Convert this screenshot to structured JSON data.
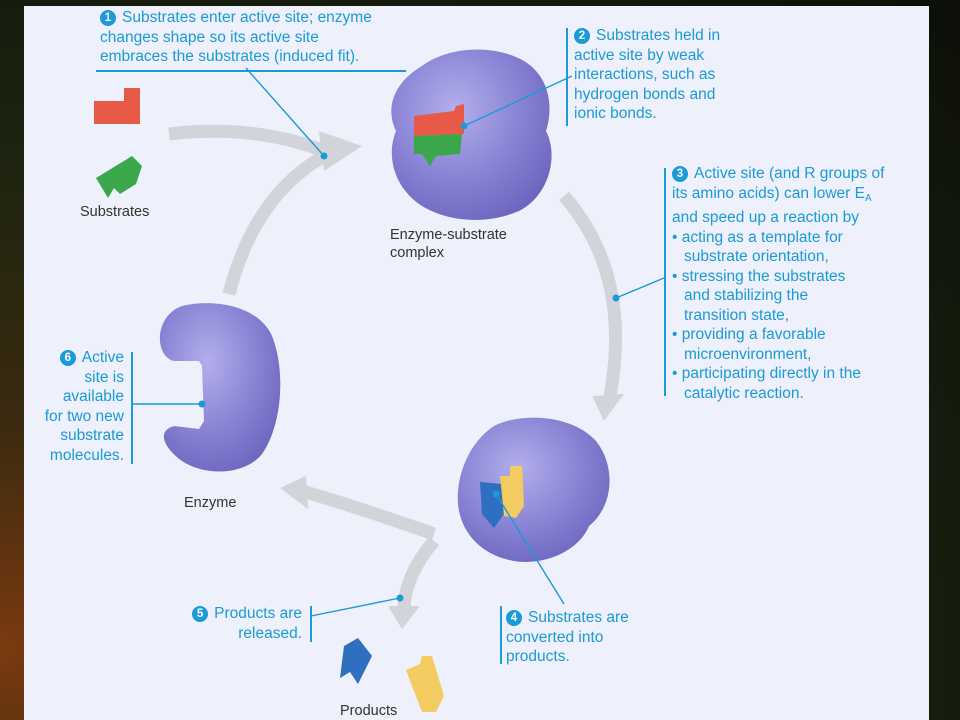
{
  "colors": {
    "accent": "#1a9ad6",
    "enzyme": "#8a85d6",
    "substrate_red": "#e85a48",
    "substrate_green": "#3aa84a",
    "product_blue": "#2e6fc0",
    "product_yellow": "#f2cc60",
    "arrow": "#d2d4da"
  },
  "step1": {
    "number": "1",
    "lines": [
      "Substrates enter active site; enzyme",
      "changes shape so its active site",
      "embraces the substrates (induced fit)."
    ]
  },
  "step2": {
    "number": "2",
    "lines": [
      "Substrates held in",
      "active site by weak",
      "interactions, such as",
      "hydrogen bonds and",
      "ionic bonds."
    ]
  },
  "step3": {
    "number": "3",
    "line1": "Active site (and R groups of",
    "line2_pre": "its amino acids) can lower E",
    "line2_sub": "A",
    "lines": [
      "and speed up a reaction by",
      "• acting as a template for",
      "  substrate orientation,",
      "• stressing the substrates",
      "  and stabilizing the",
      "  transition state,",
      "• providing a favorable",
      "  microenvironment,",
      "• participating directly in the",
      "  catalytic reaction."
    ]
  },
  "step4": {
    "number": "4",
    "lines": [
      "Substrates are",
      "converted into",
      "products."
    ]
  },
  "step5": {
    "number": "5",
    "lines": [
      "Products are",
      "released."
    ]
  },
  "step6": {
    "number": "6",
    "lines": [
      "Active",
      "site is",
      "available",
      "for two new",
      "substrate",
      "molecules."
    ]
  },
  "labels": {
    "substrates": "Substrates",
    "complex_line1": "Enzyme-substrate",
    "complex_line2": "complex",
    "enzyme": "Enzyme",
    "products": "Products"
  }
}
